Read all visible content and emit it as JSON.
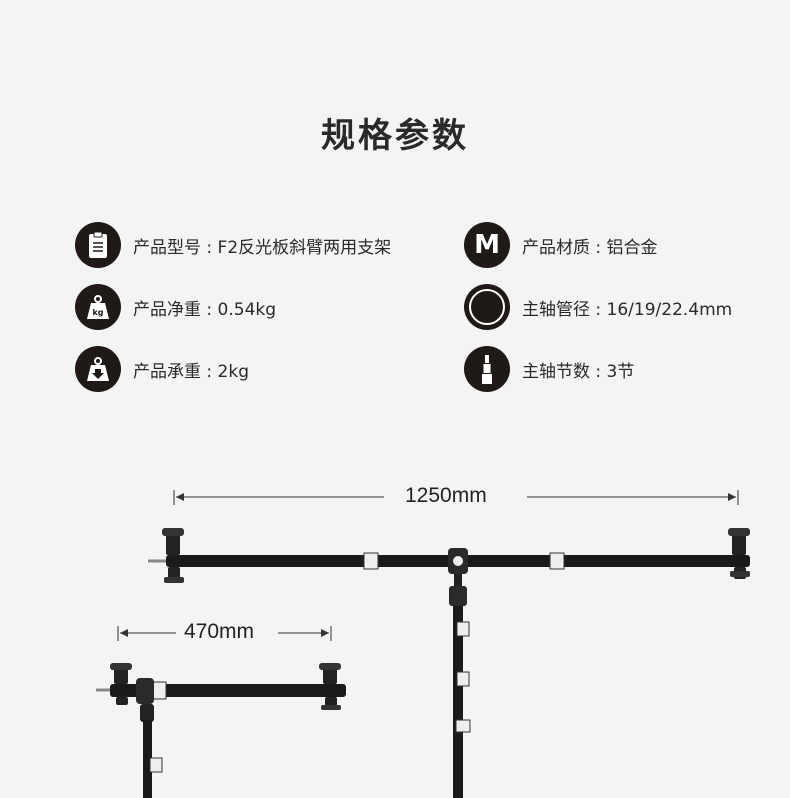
{
  "header": {
    "title": "规格参数"
  },
  "specs": {
    "model": {
      "icon": "clipboard-icon",
      "text": "产品型号 : F2反光板斜臂两用支架"
    },
    "material": {
      "icon": "letter-m-icon",
      "text": "产品材质 : 铝合金"
    },
    "net_weight": {
      "icon": "kg-weight-icon",
      "text": "产品净重 : 0.54kg"
    },
    "tube_diameter": {
      "icon": "tube-ring-icon",
      "text": "主轴管径 : 16/19/22.4mm"
    },
    "load": {
      "icon": "load-weight-icon",
      "text": "产品承重 : 2kg"
    },
    "sections": {
      "icon": "sections-icon",
      "text": "主轴节数 : 3节"
    },
    "material_letter": "M",
    "weight_unit": "kg"
  },
  "dimensions": {
    "long_arm": "1250mm",
    "short_arm": "470mm"
  },
  "colors": {
    "icon_bg": "#1f1a17",
    "background": "#f4f4f4",
    "pole": "#1a1a1a"
  }
}
